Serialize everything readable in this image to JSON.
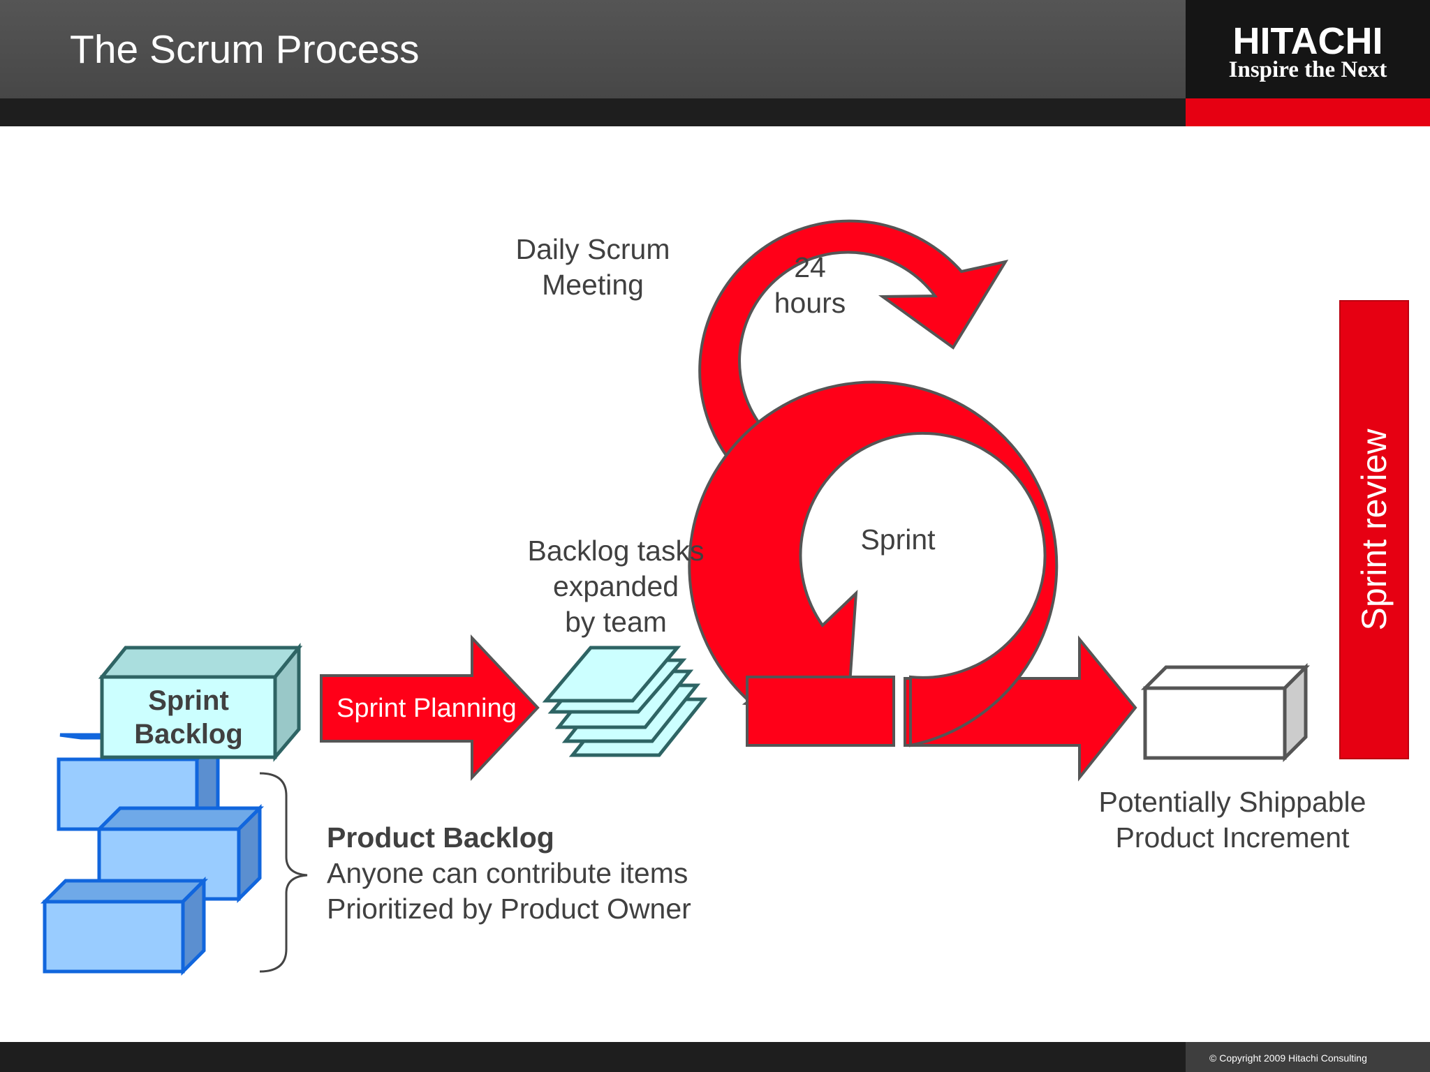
{
  "slide": {
    "title": "The Scrum Process",
    "copyright": "© Copyright 2009 Hitachi Consulting"
  },
  "logo": {
    "name": "HITACHI",
    "tagline": "Inspire the Next"
  },
  "diagram": {
    "daily_scrum": [
      "Daily Scrum",
      "Meeting"
    ],
    "daily_cycle": [
      "24",
      "hours"
    ],
    "sprint": "Sprint",
    "backlog_tasks": [
      "Backlog tasks",
      "expanded",
      "by team"
    ],
    "sprint_backlog": [
      "Sprint",
      "Backlog"
    ],
    "sprint_planning": "Sprint Planning",
    "product_backlog": {
      "title": "Product Backlog",
      "lines": [
        "Anyone can contribute items",
        "Prioritized by Product Owner"
      ]
    },
    "increment": [
      "Potentially Shippable",
      "Product Increment"
    ],
    "sprint_review": "Sprint review"
  },
  "colors": {
    "header": "#4d4d4d",
    "brand_red": "#e60012",
    "arrow_red": "#ff0018",
    "product_backlog_box": "#99ccff",
    "sprint_backlog_box": "#ccffff",
    "text": "#404040"
  }
}
